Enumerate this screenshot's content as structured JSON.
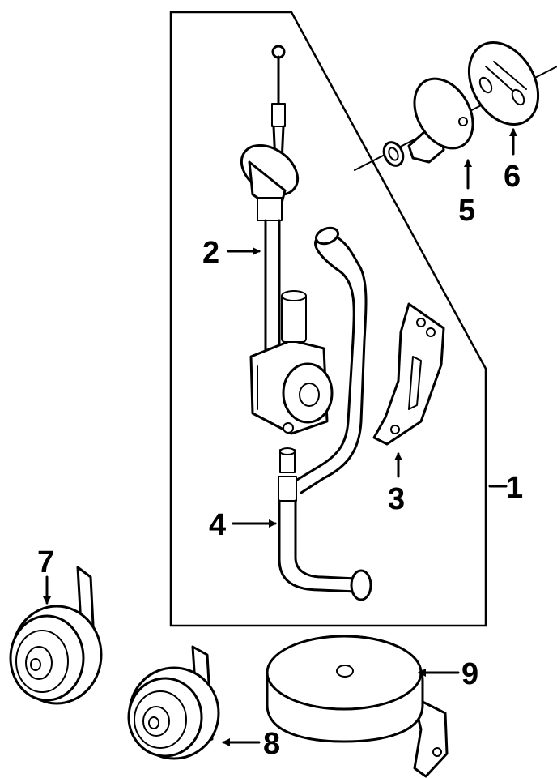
{
  "callouts": [
    {
      "id": "1",
      "text": "1"
    },
    {
      "id": "2",
      "text": "2"
    },
    {
      "id": "3",
      "text": "3"
    },
    {
      "id": "4",
      "text": "4"
    },
    {
      "id": "5",
      "text": "5"
    },
    {
      "id": "6",
      "text": "6"
    },
    {
      "id": "7",
      "text": "7"
    },
    {
      "id": "8",
      "text": "8"
    },
    {
      "id": "9",
      "text": "9"
    }
  ],
  "colors": {
    "ink": "#000000",
    "paper": "#ffffff"
  }
}
